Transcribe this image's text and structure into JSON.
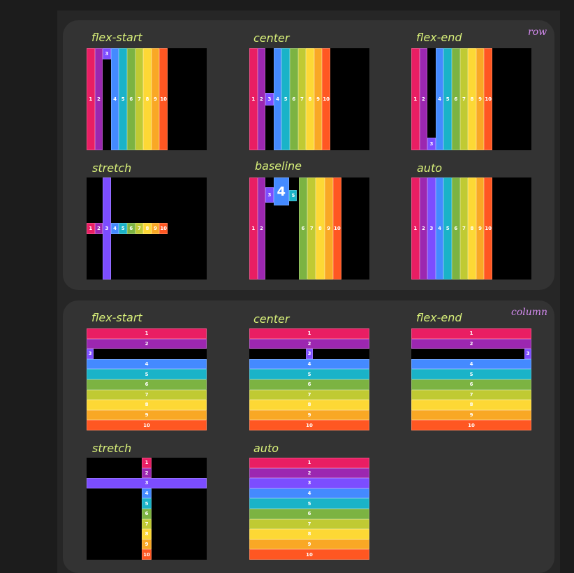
{
  "colors": [
    "#e91e63",
    "#9c27b0",
    "#7c4dff",
    "#448aff",
    "#1ab3c8",
    "#7cb342",
    "#c0ca33",
    "#fdd835",
    "#f9a825",
    "#ff5722"
  ],
  "row_section": {
    "tag": "row",
    "demos": [
      {
        "label": "flex-start"
      },
      {
        "label": "center"
      },
      {
        "label": "flex-end"
      },
      {
        "label": "stretch"
      },
      {
        "label": "baseline"
      },
      {
        "label": "auto"
      }
    ]
  },
  "column_section": {
    "tag": "column",
    "demos": [
      {
        "label": "flex-start"
      },
      {
        "label": "center"
      },
      {
        "label": "flex-end"
      },
      {
        "label": "stretch"
      },
      {
        "label": "auto"
      }
    ]
  },
  "item_labels": [
    "1",
    "2",
    "3",
    "4",
    "5",
    "6",
    "7",
    "8",
    "9",
    "10"
  ]
}
